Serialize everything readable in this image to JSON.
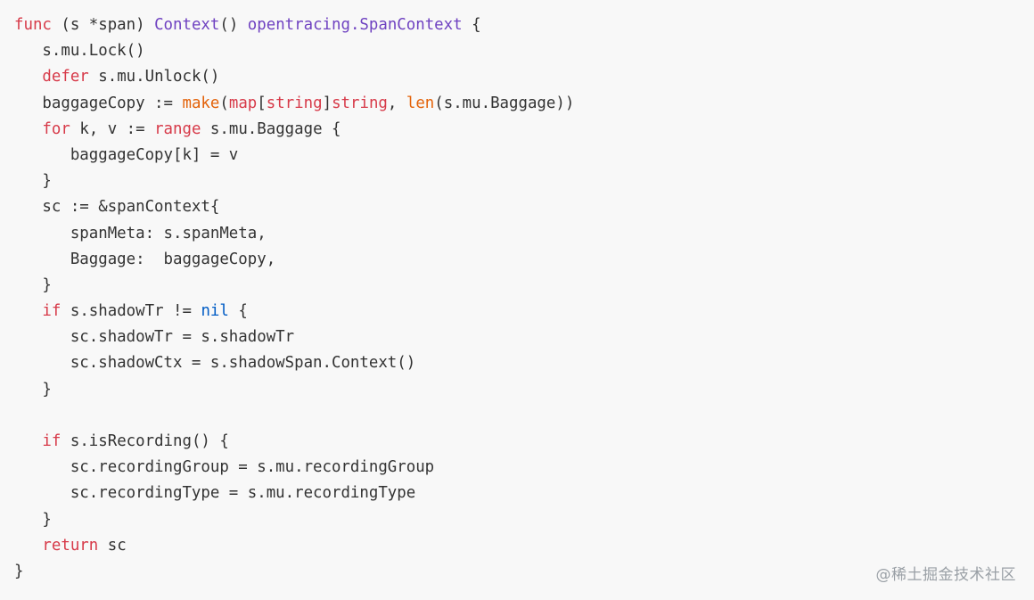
{
  "code": {
    "lines": [
      [
        {
          "t": "func",
          "c": "kw"
        },
        {
          "t": " (s *span) ",
          "c": "plain"
        },
        {
          "t": "Context",
          "c": "fn"
        },
        {
          "t": "() ",
          "c": "plain"
        },
        {
          "t": "opentracing.SpanContext",
          "c": "ty"
        },
        {
          "t": " {",
          "c": "plain"
        }
      ],
      [
        {
          "t": "   s.mu.Lock()",
          "c": "plain"
        }
      ],
      [
        {
          "t": "   ",
          "c": "plain"
        },
        {
          "t": "defer",
          "c": "kw"
        },
        {
          "t": " s.mu.Unlock()",
          "c": "plain"
        }
      ],
      [
        {
          "t": "   baggageCopy := ",
          "c": "plain"
        },
        {
          "t": "make",
          "c": "bi"
        },
        {
          "t": "(",
          "c": "plain"
        },
        {
          "t": "map",
          "c": "kw"
        },
        {
          "t": "[",
          "c": "plain"
        },
        {
          "t": "string",
          "c": "kw"
        },
        {
          "t": "]",
          "c": "plain"
        },
        {
          "t": "string",
          "c": "kw"
        },
        {
          "t": ", ",
          "c": "plain"
        },
        {
          "t": "len",
          "c": "bi"
        },
        {
          "t": "(s.mu.Baggage))",
          "c": "plain"
        }
      ],
      [
        {
          "t": "   ",
          "c": "plain"
        },
        {
          "t": "for",
          "c": "kw"
        },
        {
          "t": " k, v := ",
          "c": "plain"
        },
        {
          "t": "range",
          "c": "kw"
        },
        {
          "t": " s.mu.Baggage {",
          "c": "plain"
        }
      ],
      [
        {
          "t": "      baggageCopy[k] = v",
          "c": "plain"
        }
      ],
      [
        {
          "t": "   }",
          "c": "plain"
        }
      ],
      [
        {
          "t": "   sc := &spanContext{",
          "c": "plain"
        }
      ],
      [
        {
          "t": "      spanMeta: s.spanMeta,",
          "c": "plain"
        }
      ],
      [
        {
          "t": "      Baggage:  baggageCopy,",
          "c": "plain"
        }
      ],
      [
        {
          "t": "   }",
          "c": "plain"
        }
      ],
      [
        {
          "t": "   ",
          "c": "plain"
        },
        {
          "t": "if",
          "c": "kw"
        },
        {
          "t": " s.shadowTr != ",
          "c": "plain"
        },
        {
          "t": "nil",
          "c": "lit"
        },
        {
          "t": " {",
          "c": "plain"
        }
      ],
      [
        {
          "t": "      sc.shadowTr = s.shadowTr",
          "c": "plain"
        }
      ],
      [
        {
          "t": "      sc.shadowCtx = s.shadowSpan.Context()",
          "c": "plain"
        }
      ],
      [
        {
          "t": "   }",
          "c": "plain"
        }
      ],
      [
        {
          "t": "",
          "c": "plain"
        }
      ],
      [
        {
          "t": "   ",
          "c": "plain"
        },
        {
          "t": "if",
          "c": "kw"
        },
        {
          "t": " s.isRecording() {",
          "c": "plain"
        }
      ],
      [
        {
          "t": "      sc.recordingGroup = s.mu.recordingGroup",
          "c": "plain"
        }
      ],
      [
        {
          "t": "      sc.recordingType = s.mu.recordingType",
          "c": "plain"
        }
      ],
      [
        {
          "t": "   }",
          "c": "plain"
        }
      ],
      [
        {
          "t": "   ",
          "c": "plain"
        },
        {
          "t": "return",
          "c": "kw"
        },
        {
          "t": " sc",
          "c": "plain"
        }
      ],
      [
        {
          "t": "}",
          "c": "plain"
        }
      ]
    ]
  },
  "watermark": {
    "text": "@稀土掘金技术社区"
  },
  "colors": {
    "background": "#f8f8f8",
    "keyword": "#d73a49",
    "function": "#6f42c1",
    "builtin": "#e36209",
    "literal": "#005cc5",
    "text": "#333333",
    "watermark": "#9aa0a6"
  }
}
